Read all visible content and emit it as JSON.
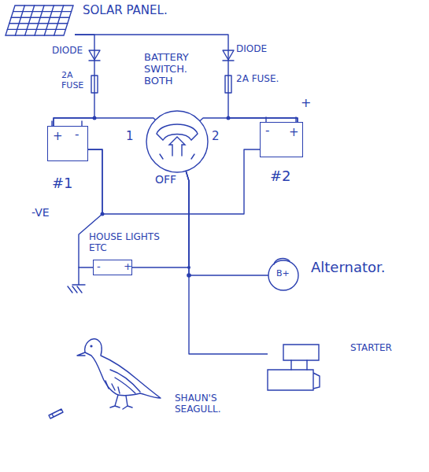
{
  "diagram": {
    "nodes": [
      {
        "text": [
          "SOLAR PANEL."
        ]
      },
      {
        "text": [
          "+",
          "-",
          "#1"
        ]
      },
      {
        "text": [
          "BATTERY SWITCH. BOTH",
          "1",
          "2",
          "OFF"
        ]
      },
      {
        "text": [
          "-",
          "+",
          "#2"
        ]
      },
      {
        "text": [
          "HOUSE LIGHTS ETC",
          "-",
          "+"
        ]
      },
      {
        "text": [
          "B+",
          "Alternator."
        ]
      },
      {
        "text": [
          "STARTER"
        ]
      }
    ],
    "edges": [
      {
        "from": 0,
        "to": 1,
        "arrow": "none"
      },
      {
        "from": 0,
        "to": 3,
        "arrow": "none"
      },
      {
        "from": 1,
        "to": 2,
        "arrow": "none"
      },
      {
        "from": 3,
        "to": 2,
        "arrow": "none"
      },
      {
        "from": 1,
        "to": 3,
        "arrow": "none"
      },
      {
        "from": 1,
        "to": 4,
        "arrow": "none"
      },
      {
        "from": 2,
        "to": 4,
        "arrow": "none"
      },
      {
        "from": 2,
        "to": 5,
        "arrow": "none"
      },
      {
        "from": 2,
        "to": 6,
        "arrow": "none"
      }
    ],
    "labels": [
      "DIODE",
      "2A FUSE",
      "DIODE",
      "2A FUSE.",
      "+",
      "-VE",
      "SHAUN'S SEAGULL."
    ]
  }
}
